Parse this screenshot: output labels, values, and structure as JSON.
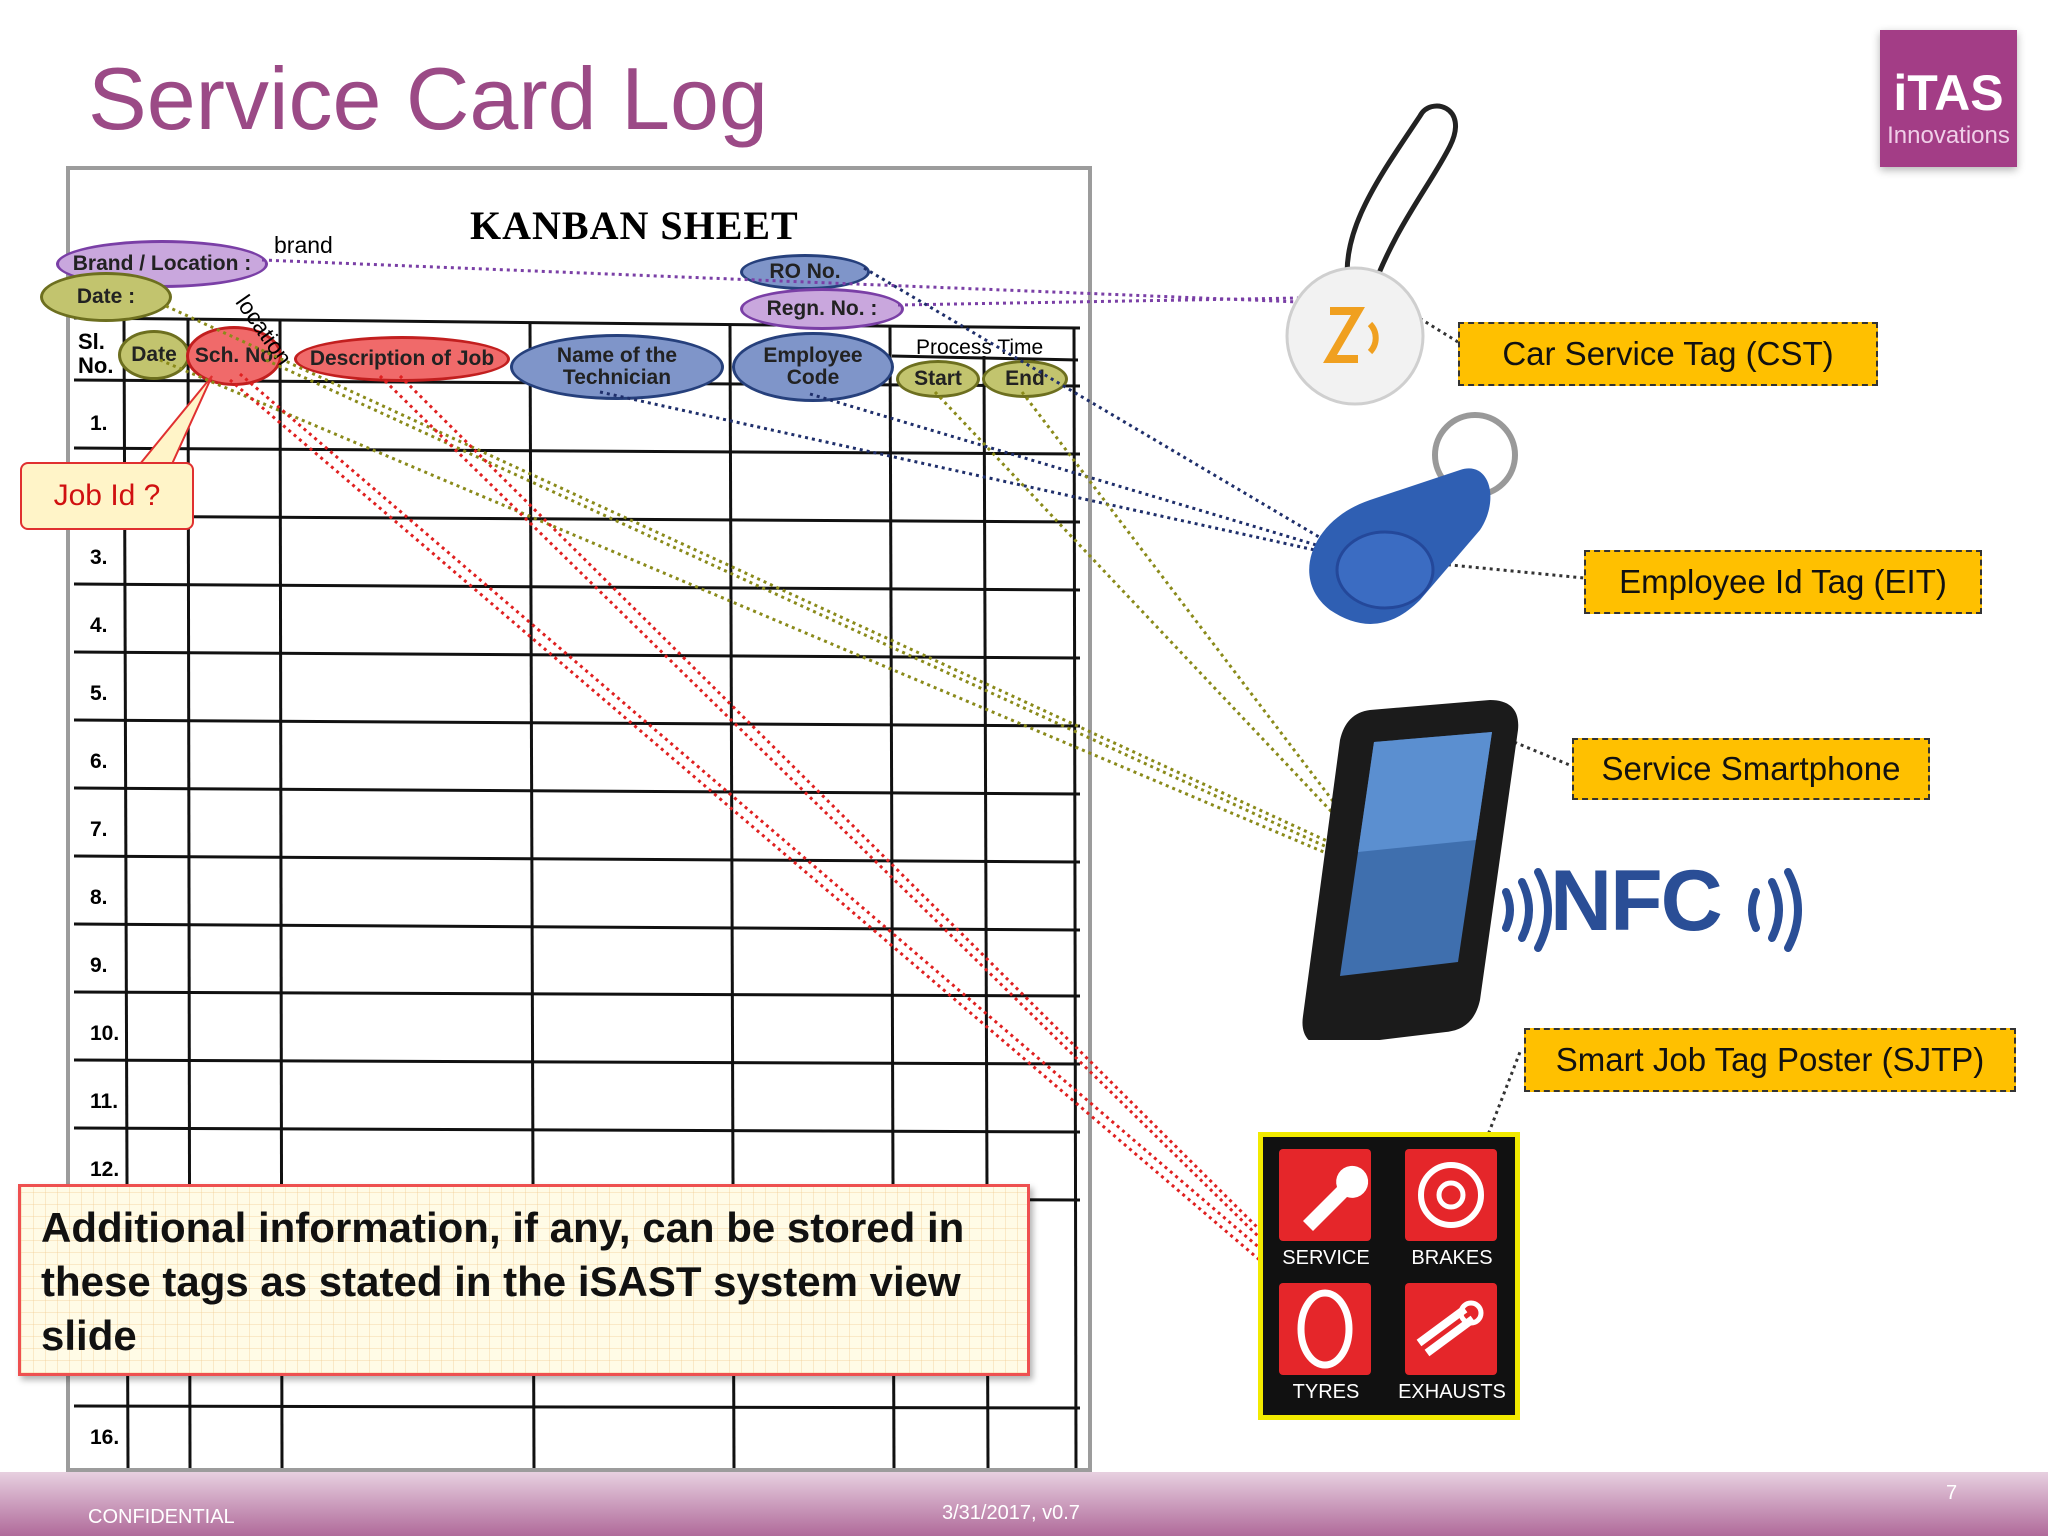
{
  "slide": {
    "title": "Service Card Log",
    "logo": {
      "line1": "iTAS",
      "line2": "Innovations"
    },
    "footer": {
      "left": "CONFIDENTIAL",
      "center": "3/31/2017,  v0.7",
      "page": "7"
    }
  },
  "sheet": {
    "title": "KANBAN SHEET",
    "fields": {
      "brand_location": "Brand / Location :",
      "date": "Date :",
      "ro_no": "RO No.",
      "regn_no": "Regn. No. :"
    },
    "annotations": {
      "brand": "brand",
      "location": "location"
    },
    "columns": {
      "sl_no_line1": "Sl.",
      "sl_no_line2": "No.",
      "date": "Date",
      "sch_no": "Sch. No",
      "description": "Description of Job",
      "technician_line1": "Name of the",
      "technician_line2": "Technician",
      "employee_line1": "Employee",
      "employee_line2": "Code",
      "process_time": "Process Time",
      "start": "Start",
      "end": "End"
    },
    "row_numbers": [
      "1.",
      "3.",
      "4.",
      "5.",
      "6.",
      "7.",
      "8.",
      "9.",
      "10.",
      "11.",
      "12.",
      "16."
    ]
  },
  "callout": {
    "job_id": "Job Id ?"
  },
  "info_box": {
    "text": "Additional information, if any, can be stored in these tags as stated in the iSAST system view slide"
  },
  "tags": {
    "cst": "Car Service Tag (CST)",
    "eit": "Employee Id Tag (EIT)",
    "phone": "Service Smartphone",
    "sjtp": "Smart Job Tag Poster (SJTP)"
  },
  "nfc": {
    "label": "NFC"
  },
  "poster": {
    "tiles": [
      "SERVICE",
      "BRAKES",
      "TYRES",
      "EXHAUSTS"
    ]
  },
  "colors": {
    "title": "#9b4a86",
    "tag_fill": "#ffc000",
    "logo_bg": "#a33d86",
    "link_purple": "#7a3fa6",
    "link_olive": "#8a8a1a",
    "link_red": "#e02020",
    "link_navy": "#1f2f6b"
  }
}
